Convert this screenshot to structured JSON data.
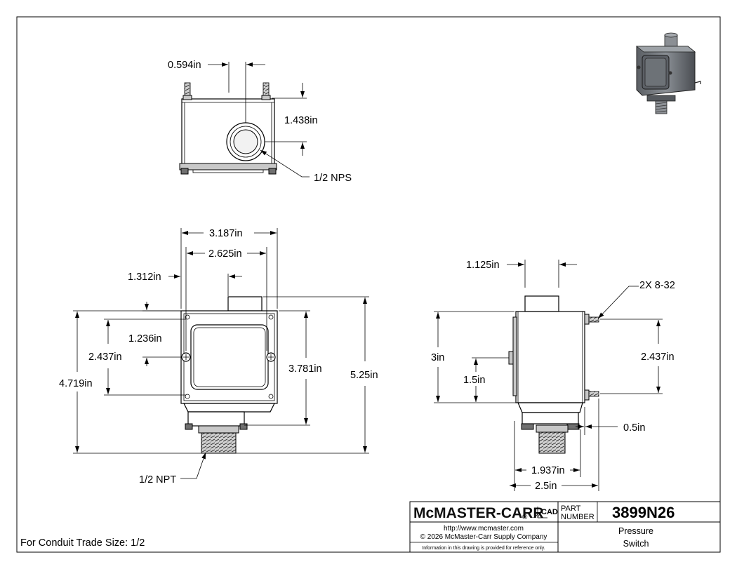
{
  "top_view": {
    "dim_width_label": "0.594in",
    "dim_height_label": "1.438in",
    "port_callout": "1/2 NPS"
  },
  "front_view": {
    "dim_overall_width": "3.187in",
    "dim_mount_spacing": "2.625in",
    "dim_half_width": "1.312in",
    "dim_upper_offset": "1.236in",
    "dim_mount_height": "2.437in",
    "dim_body_height": "4.719in",
    "dim_box_height": "3.781in",
    "dim_overall_height": "5.25in",
    "fitting_callout": "1/2 NPT"
  },
  "side_view": {
    "dim_conduit_width": "1.125in",
    "thread_callout": "2X 8-32",
    "dim_side_height": "3in",
    "dim_half_height": "1.5in",
    "dim_stud_spacing": "2.437in",
    "dim_fitting_offset": "0.5in",
    "dim_depth_inner": "1.937in",
    "dim_depth_overall": "2.5in"
  },
  "title_block": {
    "brand": "McMASTER-CARR",
    "registered_mark": "®",
    "cad_mark": "CAD",
    "part_label_line1": "PART",
    "part_label_line2": "NUMBER",
    "part_number": "3899N26",
    "website": "http://www.mcmaster.com",
    "copyright": "© 2026 McMaster-Carr Supply Company",
    "disclaimer": "Information in this drawing is provided for reference only.",
    "description_line1": "Pressure",
    "description_line2": "Switch"
  },
  "note": "For Conduit Trade Size: 1/2"
}
